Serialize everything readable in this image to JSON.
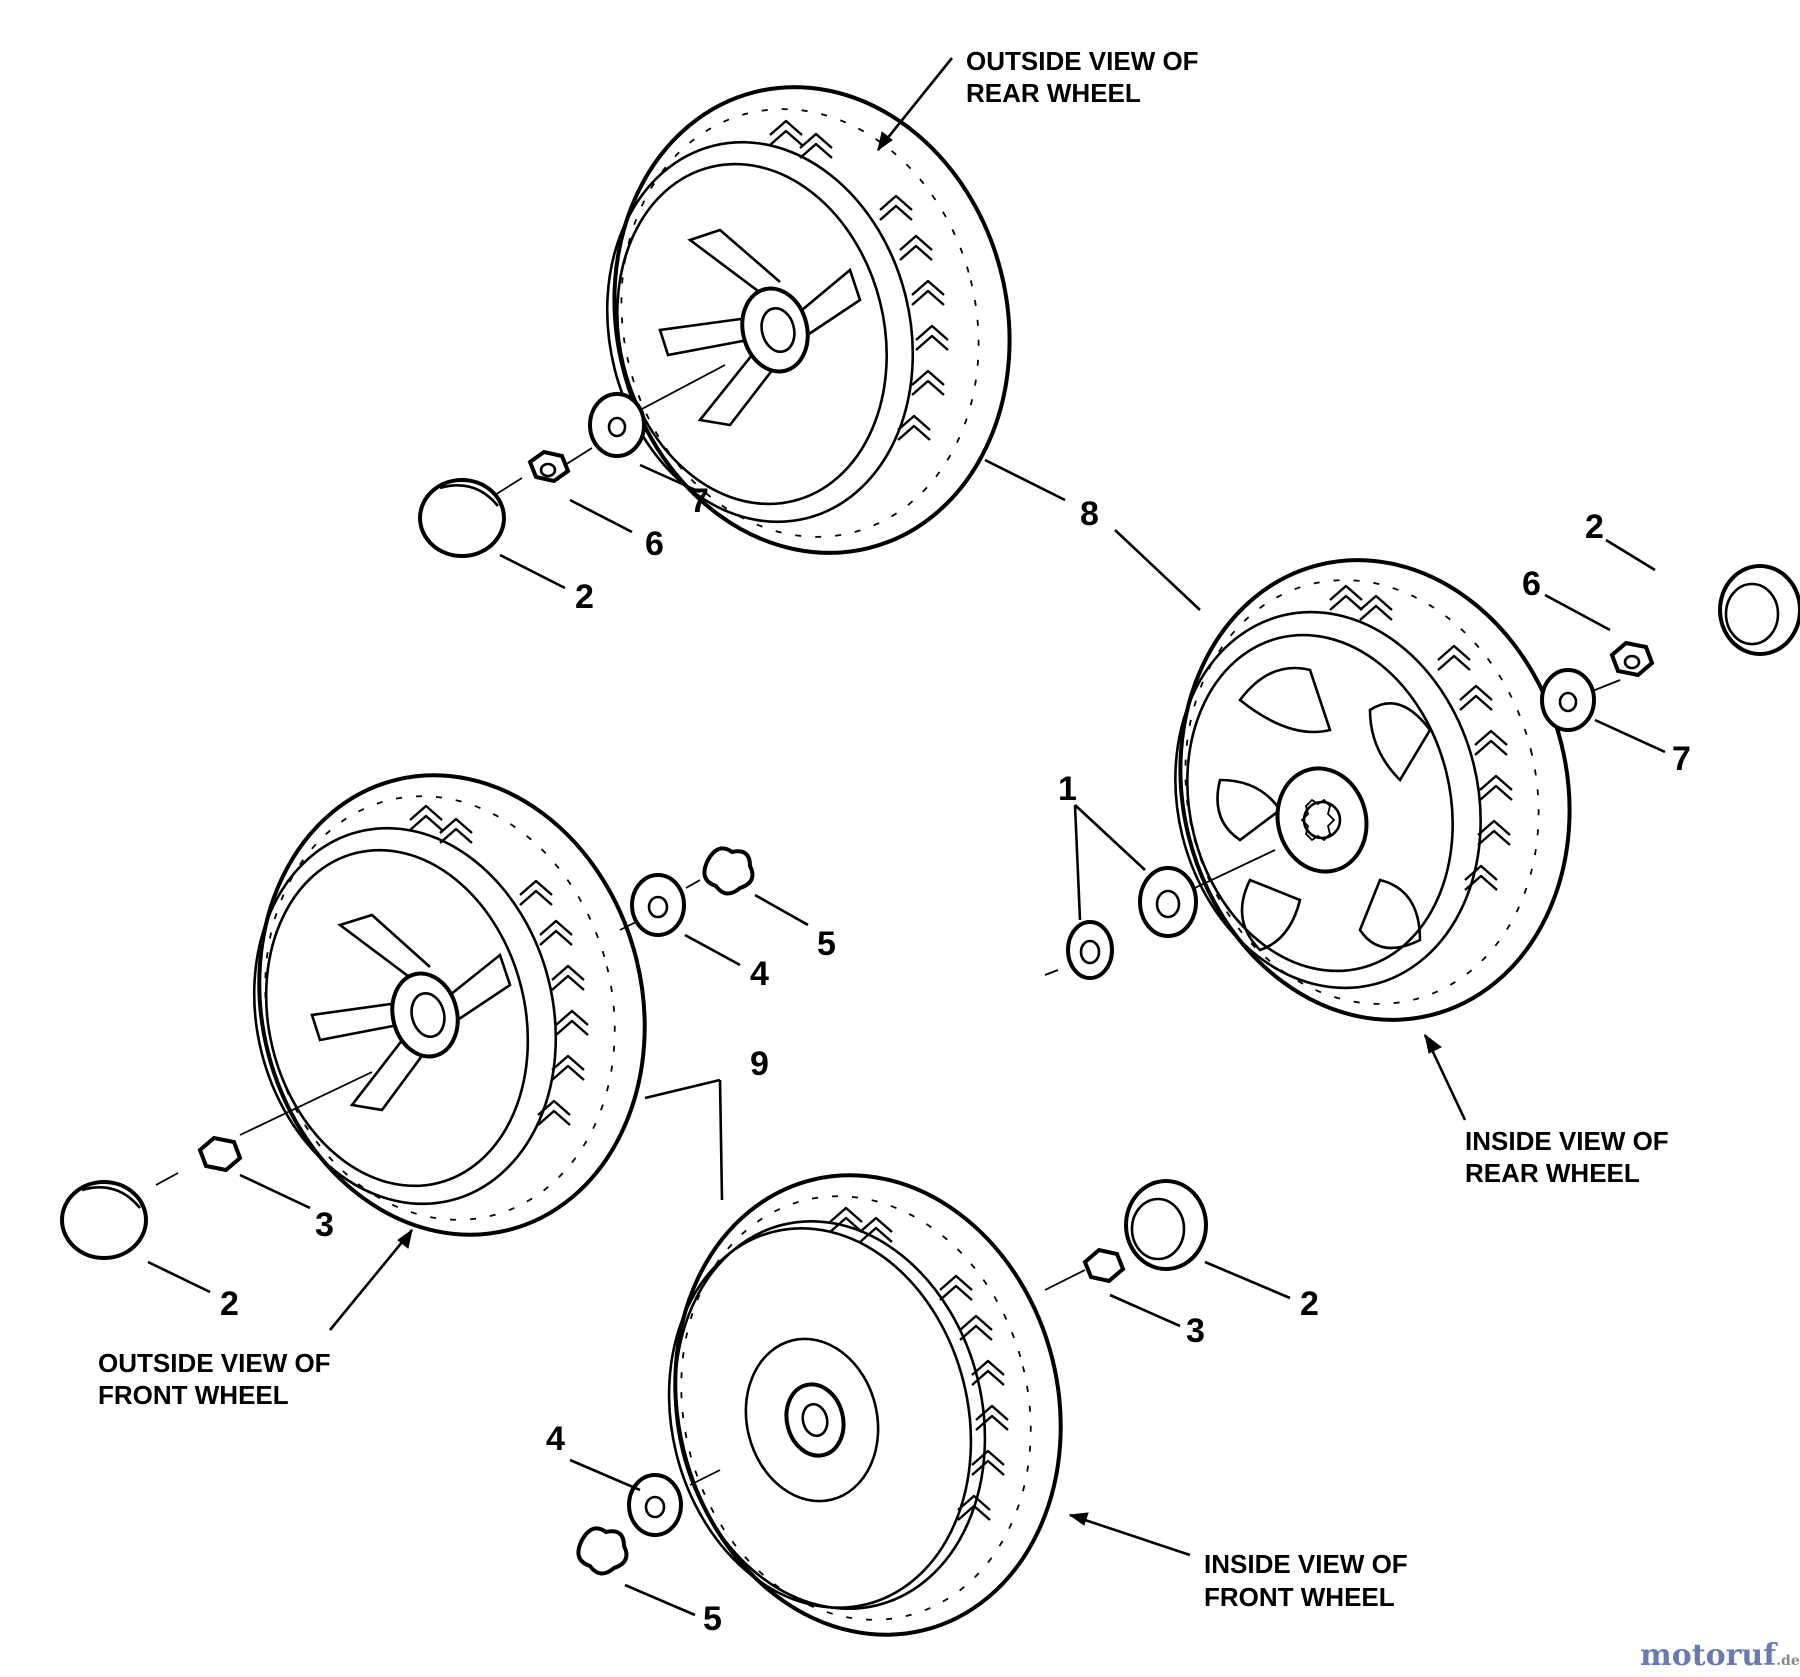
{
  "views": {
    "rear_outside": [
      "OUTSIDE VIEW OF",
      "REAR WHEEL"
    ],
    "rear_inside": [
      "INSIDE VIEW OF",
      "REAR WHEEL"
    ],
    "front_outside": [
      "OUTSIDE VIEW OF",
      "FRONT WHEEL"
    ],
    "front_inside": [
      "INSIDE VIEW OF",
      "FRONT WHEEL"
    ]
  },
  "part_numbers": {
    "cap": "2",
    "bolt": "3",
    "washer_front": "4",
    "retainer": "5",
    "nut": "6",
    "washer_rear": "7",
    "rear_wheel": "8",
    "front_wheel": "9",
    "bushing": "1"
  },
  "watermark": {
    "brand": "motoruf",
    "suffix": ".de"
  }
}
